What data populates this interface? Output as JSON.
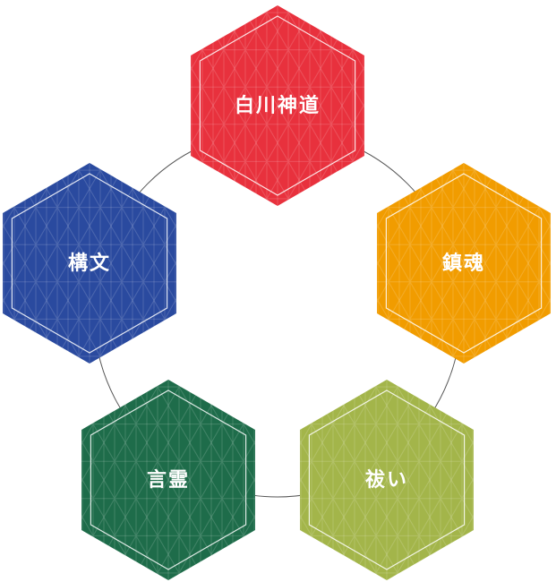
{
  "diagram": {
    "nodes": [
      {
        "label": "白川神道",
        "color": "#e8313d"
      },
      {
        "label": "鎮魂",
        "color": "#f19c00"
      },
      {
        "label": "祓い",
        "color": "#a3b54a"
      },
      {
        "label": "言霊",
        "color": "#1e6c4a"
      },
      {
        "label": "構文",
        "color": "#2a4a9f"
      }
    ],
    "connector_color": "#555555"
  }
}
